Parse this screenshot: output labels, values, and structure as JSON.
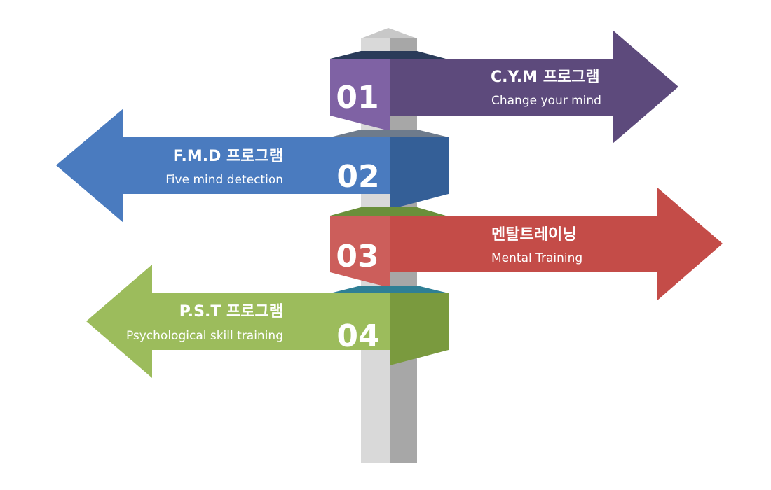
{
  "signs": [
    {
      "number": "01",
      "title": "C.Y.M 프로그램",
      "subtitle": "Change your mind",
      "direction": "right",
      "color": "#5d4a7c",
      "band_color": "#7f62a4",
      "top_color": "#2a3b59"
    },
    {
      "number": "02",
      "title": "F.M.D 프로그램",
      "subtitle": "Five mind detection",
      "direction": "left",
      "color": "#4a7bbf",
      "band_color": "#345f97",
      "top_color": "#6e7b8c"
    },
    {
      "number": "03",
      "title": "멘탈트레이닝",
      "subtitle": "Mental Training",
      "direction": "right",
      "color": "#c44c48",
      "band_color": "#cc5e5b",
      "top_color": "#6a8f3a"
    },
    {
      "number": "04",
      "title": "P.S.T 프로그램",
      "subtitle": "Psychological skill training",
      "direction": "left",
      "color": "#9cbc5c",
      "band_color": "#7a9a3e",
      "top_color": "#2f7f95"
    }
  ],
  "post": {
    "front_color": "#d9d9d9",
    "side_color": "#a7a7a7",
    "top_color": "#c8c8c8"
  }
}
